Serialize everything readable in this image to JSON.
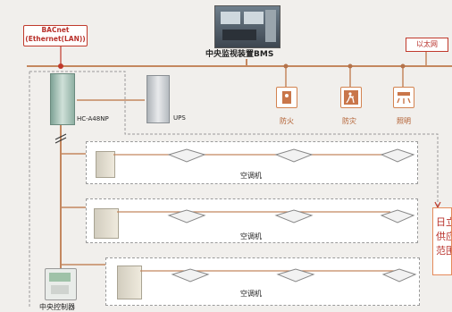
{
  "network": {
    "bacnet_line1": "BACnet",
    "bacnet_line2": "(Ethernet(LAN))",
    "ethernet_label": "以太网"
  },
  "bms": {
    "label": "中央监视装置BMS"
  },
  "gateway": {
    "model_label": "HC-A48NP"
  },
  "ups": {
    "label": "UPS"
  },
  "devices": [
    {
      "label": "防火",
      "icon": "fire-alarm-icon"
    },
    {
      "label": "防灾",
      "icon": "emergency-exit-icon"
    },
    {
      "label": "照明",
      "icon": "light-icon"
    }
  ],
  "ac_groups": [
    {
      "label": "空调机"
    },
    {
      "label": "空调机"
    },
    {
      "label": "空调机"
    }
  ],
  "controller": {
    "label": "中央控制器"
  },
  "supply_range": {
    "line1": "日立",
    "line2": "供应",
    "line3": "范围"
  },
  "colors": {
    "wire": "#b5734a",
    "accent": "#c0392b",
    "dashed": "#9a9a9a"
  }
}
